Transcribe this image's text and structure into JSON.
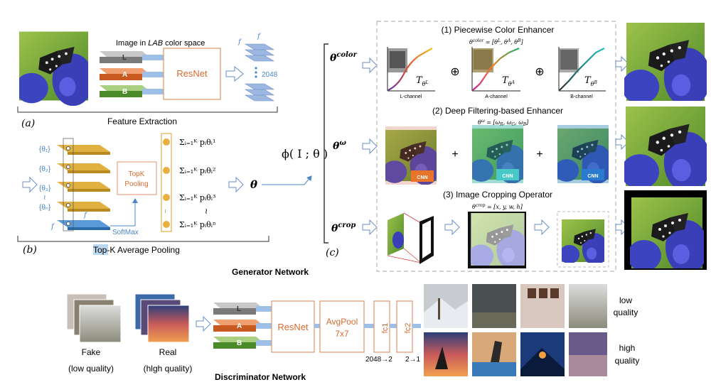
{
  "feature_extraction": {
    "input_label": "Image in LAB color space",
    "channels": [
      "L",
      "A",
      "B"
    ],
    "network": "ResNet",
    "feature_f": "f",
    "feature_dim": "2048",
    "caption": "Feature Extraction",
    "panel": "(a)"
  },
  "topk": {
    "thetas": [
      "{θ₁}",
      "{θ₂}",
      "{θ₃}",
      "≀",
      "{θₙ}"
    ],
    "f_label": "f",
    "box_label_1": "TopK",
    "box_label_2": "Pooling",
    "softmax": "SoftMax",
    "sums": [
      "Σᵢ₌₁ᴷ pᵢθᵢ¹",
      "Σᵢ₌₁ᴷ pᵢθᵢ²",
      "Σᵢ₌₁ᴷ pᵢθᵢ³",
      "≀",
      "Σᵢ₌₁ᴷ pᵢθᵢⁿ"
    ],
    "theta_out": "θ",
    "caption": "Top-K Average Pooling",
    "caption_highlight": "Top",
    "caption_rest": "-K Average Pooling",
    "panel": "(b)"
  },
  "phi": "ϕ( I ; θ )",
  "enhancers": {
    "panel": "(c)",
    "color": {
      "title": "(1) Piecewise Color Enhancer",
      "param": "θcolor",
      "formula": "θcolor = [θL, θA, θB]",
      "curves": [
        {
          "name": "L-channel",
          "label": "TθL"
        },
        {
          "name": "A-channel",
          "label": "TθA"
        },
        {
          "name": "B-channel",
          "label": "TθB"
        }
      ],
      "op": "⊕"
    },
    "filter": {
      "title": "(2) Deep Filtering-based Enhancer",
      "param": "θω",
      "formula": "θω = [ωR, ωG, ωB]",
      "cnn": "CNN",
      "op": "+"
    },
    "crop": {
      "title": "(3) Image Cropping Operator",
      "param": "θcrop",
      "formula": "θcrop = [x, y, w, h]"
    }
  },
  "generator_caption": "Generator Network",
  "discriminator": {
    "fake_1": "Fake",
    "fake_2": "(low quality)",
    "real_1": "Real",
    "real_2": "(hlgh quality)",
    "channels": [
      "L",
      "A",
      "B"
    ],
    "network": "ResNet",
    "avgpool_1": "AvgPool",
    "avgpool_2": "7x7",
    "fc1": "fc1",
    "fc2": "fc2",
    "dim1": "2048→2",
    "dim2": "2→1",
    "low_1": "low",
    "low_2": "quality",
    "high_1": "high",
    "high_2": "quality",
    "caption": "Discriminator Network"
  },
  "colors": {
    "orange": "#e8752b",
    "gold": "#d4a02a",
    "blue": "#4a86c8",
    "green": "#6ea64a",
    "resnet_border": "#e0956a"
  }
}
